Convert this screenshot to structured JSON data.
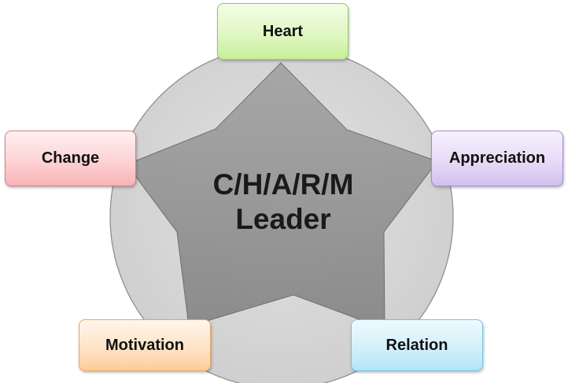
{
  "diagram": {
    "center": {
      "line1": "C/H/A/R/M",
      "line2": "Leader"
    },
    "nodes": {
      "heart": "Heart",
      "appreciation": "Appreciation",
      "relation": "Relation",
      "motivation": "Motivation",
      "change": "Change"
    }
  },
  "colors": {
    "circle_fill": "#d6d6d6",
    "star_fill": "#8f8f8f",
    "heart": "#e0f7c4",
    "appreciation": "#e6dbf7",
    "relation": "#d3f0fb",
    "motivation": "#fee3c6",
    "change": "#fdd3d5"
  }
}
